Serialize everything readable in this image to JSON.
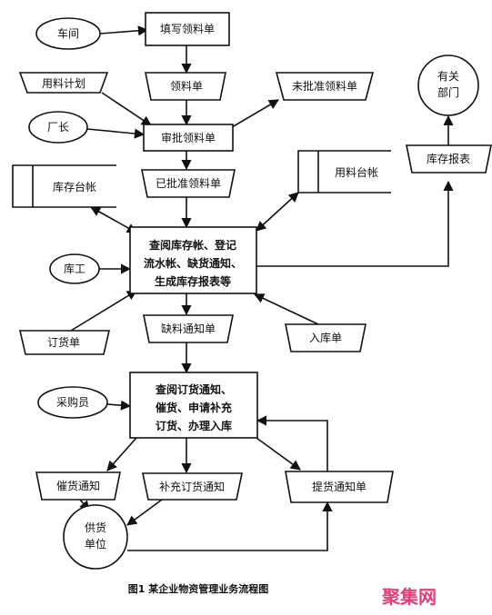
{
  "nodes": {
    "chejian": "车间",
    "tianxie": "填写领料单",
    "yongliao_jihua": "用料计划",
    "lingliao": "领料单",
    "weipizhun": "未批准领料单",
    "youguan_1": "有关",
    "youguan_2": "部门",
    "changzhang": "厂长",
    "shenpi": "审批领料单",
    "kucun_baobiao": "库存报表",
    "kucun_taizhang": "库存台帐",
    "yipizhun": "已批准领料单",
    "yongliao_taizhang": "用料台帐",
    "main_1": "查阅库存帐、登记",
    "main_2": "流水帐、缺货通知、",
    "main_3": "生成库存报表等",
    "kugong": "库工",
    "dinghuo": "订货单",
    "queliao": "缺料通知单",
    "ruku": "入库单",
    "caigou": "采购员",
    "cg_1": "查阅订货通知、",
    "cg_2": "催货、申请补充",
    "cg_3": "订货、办理入库",
    "cuihuo": "催货通知",
    "buchong": "补充订货通知",
    "tihuo": "提货通知单",
    "gonghuo_1": "供货",
    "gonghuo_2": "单位"
  },
  "caption": "图1 某企业物资管理业务流程图",
  "watermark": "聚集网",
  "colors": {
    "line": "#111111",
    "watermark": "#e0407a"
  }
}
